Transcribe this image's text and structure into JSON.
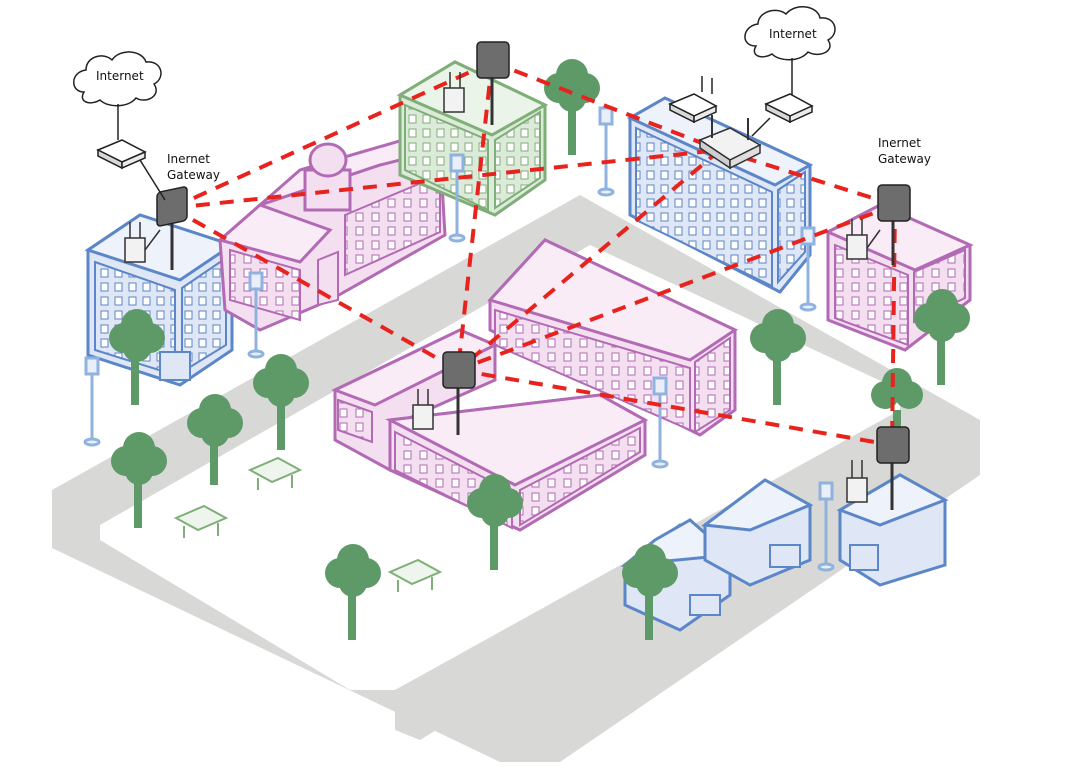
{
  "labels": {
    "cloud_left": "Internet",
    "cloud_right": "Internet",
    "gateway_left_line1": "Inernet",
    "gateway_left_line2": "Gateway",
    "gateway_right_line1": "Inernet",
    "gateway_right_line2": "Gateway"
  },
  "colors": {
    "mesh_link": "#e8231d",
    "road": "#d8d8d6",
    "building_blue_fill": "#dfe6f5",
    "building_blue_line": "#5b86c7",
    "building_pink_fill": "#f4dff0",
    "building_pink_line": "#b26ab4",
    "building_green_fill": "#dcebd9",
    "building_green_line": "#7fae78",
    "tree": "#5e9a68",
    "lamp": "#8fb2df",
    "access_point": "#6d6d6d"
  },
  "icons": [
    "cloud-icon",
    "modem-icon",
    "router-icon",
    "mesh-node-icon",
    "tree-icon",
    "street-lamp-icon",
    "picnic-table-icon"
  ]
}
